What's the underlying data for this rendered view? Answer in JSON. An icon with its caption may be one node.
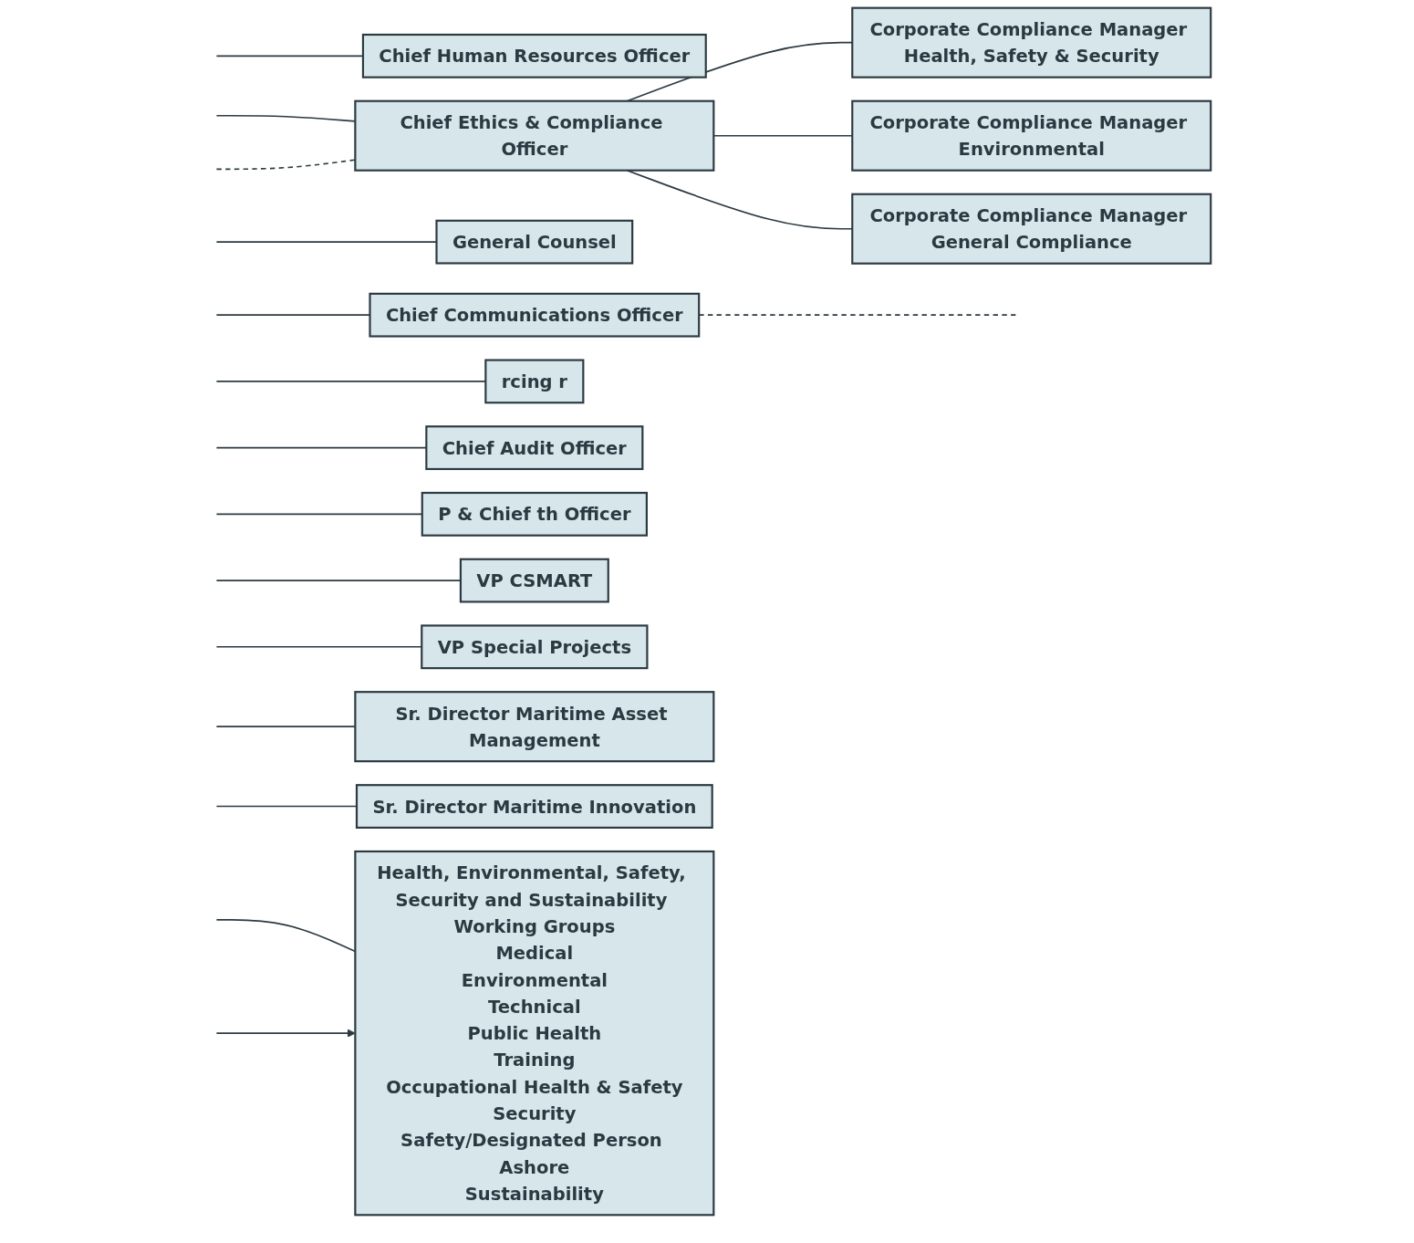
{
  "diagram": {
    "nodes": [
      {
        "text": [
          "Chief Human Resources Officer"
        ]
      },
      {
        "text": [
          "Chief Ethics & Compliance Officer"
        ]
      },
      {
        "text": [
          "General Counsel"
        ]
      },
      {
        "text": [
          "Chief Communications Officer"
        ]
      },
      {
        "text": [
          "Corporate Compliance Manager Health, Safety & Security"
        ]
      },
      {
        "text": [
          "Corporate Compliance Manager Environmental"
        ]
      },
      {
        "text": [
          "Corporate Compliance Manager General Compliance"
        ]
      },
      {
        "text": [
          "rcing r"
        ]
      },
      {
        "text": [
          "Chief Audit Officer"
        ]
      },
      {
        "text": [
          "P & Chief th Officer"
        ]
      },
      {
        "text": [
          "VP CSMART"
        ]
      },
      {
        "text": [
          "VP Special Projects"
        ]
      },
      {
        "text": [
          "Sr. Director Maritime Asset Management"
        ]
      },
      {
        "text": [
          "Sr. Director Maritime Innovation"
        ]
      },
      {
        "text": [
          "Health, Environmental, Safety, Security and Sustainability Working Groups",
          "Medical",
          "Environmental",
          "Technical",
          "Public Health",
          "Training",
          "Occupational Health & Safety",
          "Security",
          "Safety/Designated Person Ashore",
          "Sustainability"
        ]
      }
    ],
    "edges": [
      {
        "from": null,
        "to": 0,
        "arrow": "none"
      },
      {
        "from": null,
        "to": 1,
        "arrow": "none"
      },
      {
        "from": null,
        "to": 2,
        "arrow": "none"
      },
      {
        "from": null,
        "to": 3,
        "arrow": "none"
      },
      {
        "from": null,
        "to": 1,
        "arrow": "none",
        "style": "dashed"
      },
      {
        "from": 3,
        "to": null,
        "arrow": "none",
        "style": "dashed"
      },
      {
        "from": 1,
        "to": 4,
        "arrow": "none"
      },
      {
        "from": 1,
        "to": 5,
        "arrow": "none"
      },
      {
        "from": 1,
        "to": 6,
        "arrow": "none"
      },
      {
        "from": null,
        "to": 7,
        "arrow": "none"
      },
      {
        "from": null,
        "to": 8,
        "arrow": "none"
      },
      {
        "from": null,
        "to": 9,
        "arrow": "none"
      },
      {
        "from": null,
        "to": 10,
        "arrow": "none"
      },
      {
        "from": null,
        "to": 11,
        "arrow": "none"
      },
      {
        "from": null,
        "to": 12,
        "arrow": "none"
      },
      {
        "from": null,
        "to": 13,
        "arrow": "none"
      },
      {
        "from": null,
        "to": 14,
        "arrow": "none"
      },
      {
        "from": null,
        "to": 14,
        "arrow": "to"
      }
    ]
  }
}
